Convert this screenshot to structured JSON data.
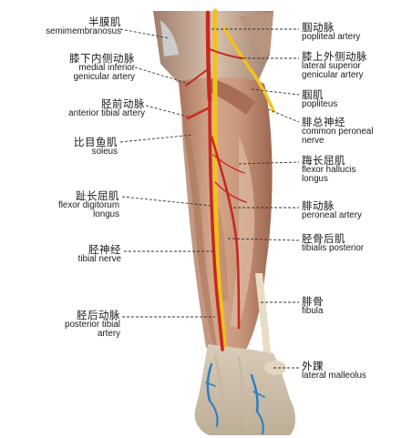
{
  "labels_left": [
    {
      "id": "semimembranosus",
      "zh": "半膜肌",
      "en": [
        "semimembranosus"
      ]
    },
    {
      "id": "medial-inferior-genicular",
      "zh": "膝下内侧动脉",
      "en": [
        "medial inferior",
        "genicular artery"
      ]
    },
    {
      "id": "anterior-tibial-artery",
      "zh": "胫前动脉",
      "en": [
        "anterior tibial artery"
      ]
    },
    {
      "id": "soleus",
      "zh": "比目鱼肌",
      "en": [
        "soleus"
      ]
    },
    {
      "id": "flexor-digitorum-longus",
      "zh": "趾长屈肌",
      "en": [
        "flexor digitorum",
        "longus"
      ]
    },
    {
      "id": "tibial-nerve",
      "zh": "胫神经",
      "en": [
        "tibial nerve"
      ]
    },
    {
      "id": "posterior-tibial-artery",
      "zh": "胫后动脉",
      "en": [
        "posterior tibial",
        "artery"
      ]
    }
  ],
  "labels_right": [
    {
      "id": "popliteal-artery",
      "zh": "腘动脉",
      "en": [
        "popliteal artery"
      ]
    },
    {
      "id": "lateral-superior-genicular",
      "zh": "膝上外侧动脉",
      "en": [
        "lateral superior",
        "genicular artery"
      ]
    },
    {
      "id": "popliteus",
      "zh": "腘肌",
      "en": [
        "popliteus"
      ]
    },
    {
      "id": "common-peroneal-nerve",
      "zh": "腓总神经",
      "en": [
        "common peroneal",
        "nerve"
      ]
    },
    {
      "id": "flexor-hallucis-longus",
      "zh": "踇长屈肌",
      "en": [
        "flexor hallucis",
        "longus"
      ]
    },
    {
      "id": "peroneal-artery",
      "zh": "腓动脉",
      "en": [
        "peroneal artery"
      ]
    },
    {
      "id": "tibialis-posterior",
      "zh": "胫骨后肌",
      "en": [
        "tibialis posterior"
      ]
    },
    {
      "id": "fibula",
      "zh": "腓骨",
      "en": [
        "fibula"
      ]
    },
    {
      "id": "lateral-malleolus",
      "zh": "外踝",
      "en": [
        "lateral malleolus"
      ]
    }
  ],
  "colors": {
    "muscle": "#c99a7e",
    "muscle_dark": "#8c5a45",
    "tendon": "#e9dccb",
    "artery": "#c8281e",
    "nerve": "#f2c21b",
    "vein": "#2a7fc4",
    "leader": "#333333"
  }
}
